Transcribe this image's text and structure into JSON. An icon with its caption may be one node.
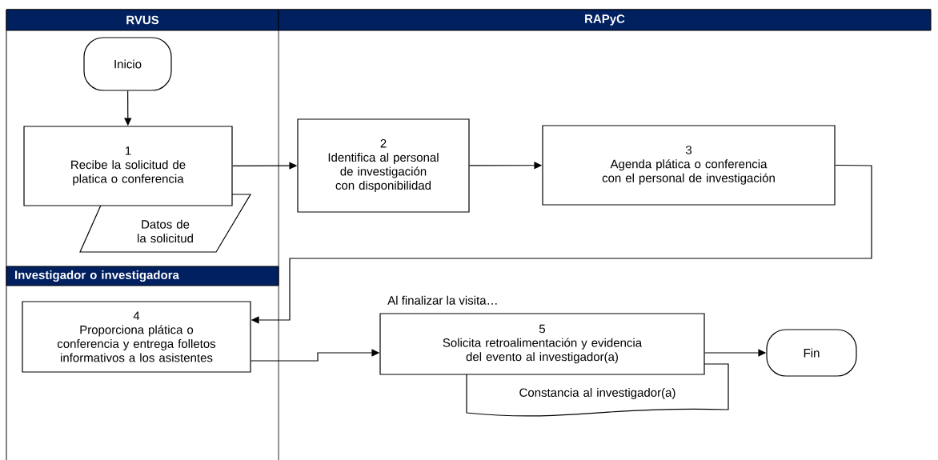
{
  "diagram": {
    "nodes": [
      {
        "text": [
          "RVUS"
        ]
      },
      {
        "text": [
          "RAPyC"
        ]
      },
      {
        "text": [
          "Investigador o investigadora"
        ]
      },
      {
        "text": [
          "Inicio"
        ]
      },
      {
        "text": [
          "1",
          "Recibe la solicitud de platica o conferencia"
        ]
      },
      {
        "text": [
          "Datos de la solicitud"
        ]
      },
      {
        "text": [
          "2",
          "Identifica al personal de investigación con disponibilidad"
        ]
      },
      {
        "text": [
          "3",
          "Agenda plática o conferencia con el personal de investigación"
        ]
      },
      {
        "text": [
          "4",
          "Proporciona plática o conferencia y entrega folletos informativos a los asistentes"
        ]
      },
      {
        "text": [
          "5",
          "Solicita retroalimentación y evidencia del evento al investigador(a)"
        ],
        "beside": [
          "Al finalizar la visita…"
        ]
      },
      {
        "text": [
          "Constancia al investigador(a)"
        ]
      },
      {
        "text": [
          "Fin"
        ]
      }
    ],
    "edges": [
      {
        "from": 3,
        "to": 4,
        "arrow": "to"
      },
      {
        "from": 4,
        "to": 6,
        "arrow": "to"
      },
      {
        "from": 6,
        "to": 7,
        "arrow": "to"
      },
      {
        "from": 7,
        "to": 8,
        "arrow": "to"
      },
      {
        "from": 8,
        "to": 9,
        "arrow": "to"
      },
      {
        "from": 9,
        "to": 11,
        "arrow": "to"
      }
    ]
  }
}
